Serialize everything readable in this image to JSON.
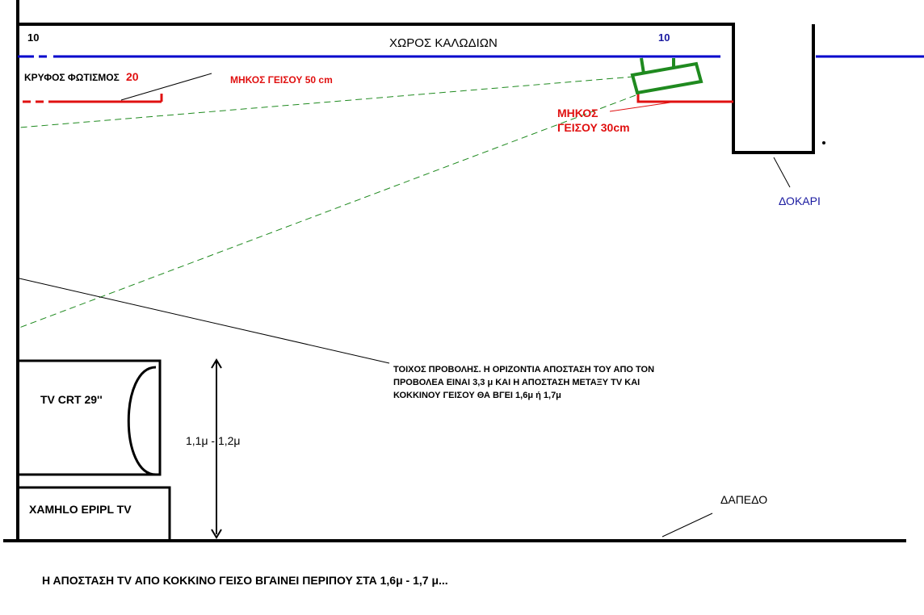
{
  "labels": {
    "cable_space": "ΧΩΡΟΣ ΚΑΛΩΔΙΩΝ",
    "dim_left": "10",
    "dim_right": "10",
    "hidden_light": "ΚΡΥΦΟΣ ΦΩΤΙΣΜΟΣ",
    "hidden_light_num": "20",
    "cornice_50": "ΜΗΚΟΣ ΓΕΙΣΟΥ 50 cm",
    "cornice_30_line1": "ΜΗΚΟΣ",
    "cornice_30_line2": "ΓΕΙΣΟΥ 30cm",
    "beam": "ΔΟΚΑΡΙ",
    "projection_wall_line1": "ΤΟΙΧΟΣ ΠΡΟΒΟΛΗΣ. Η ΟΡΙΖΟΝΤΙΑ ΑΠΟΣΤΑΣΗ ΤΟΥ ΑΠΟ ΤΟΝ",
    "projection_wall_line2": "ΠΡΟΒΟΛΕΑ ΕΙΝΑΙ 3,3 μ ΚΑΙ Η ΑΠΟΣΤΑΣΗ ΜΕΤΑΞΥ TV ΚΑΙ",
    "projection_wall_line3": "ΚΟΚΚΙΝΟΥ ΓΕΙΣΟΥ ΘΑ ΒΓΕΙ 1,6μ ή 1,7μ",
    "tv": "TV CRT 29''",
    "tv_height": "1,1μ - 1,2μ",
    "tv_stand": "XAMHLO EPIPL TV",
    "floor": "ΔΑΠΕΔΟ",
    "footer": "Η ΑΠΟΣΤΑΣΗ TV ΑΠΟ ΚΟΚΚΙΝΟ ΓΕΙΣΟ ΒΓΑΙΝΕΙ ΠΕΡΙΠΟΥ ΣΤΑ 1,6μ - 1,7 μ..."
  },
  "colors": {
    "structure": "#000000",
    "cable_line": "#0000cc",
    "cornice": "#e01010",
    "projector": "#1f8a1f",
    "beam_label": "#1a1aa0"
  }
}
